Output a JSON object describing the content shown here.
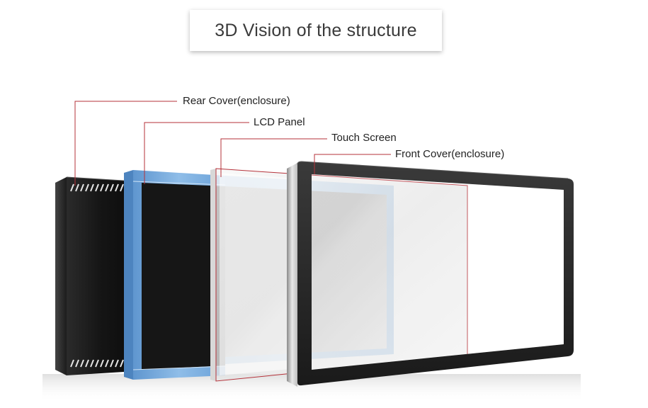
{
  "title": "3D Vision of the structure",
  "labels": {
    "rear_cover": "Rear Cover(enclosure)",
    "lcd_panel": "LCD Panel",
    "touch_screen": "Touch Screen",
    "front_cover": "Front Cover(enclosure)"
  },
  "colors": {
    "leader_line": "#b5323a",
    "lcd_frame": "#7aaee0",
    "rear_cover": "#1a1a1a",
    "front_bezel": "#2a2a2a"
  }
}
